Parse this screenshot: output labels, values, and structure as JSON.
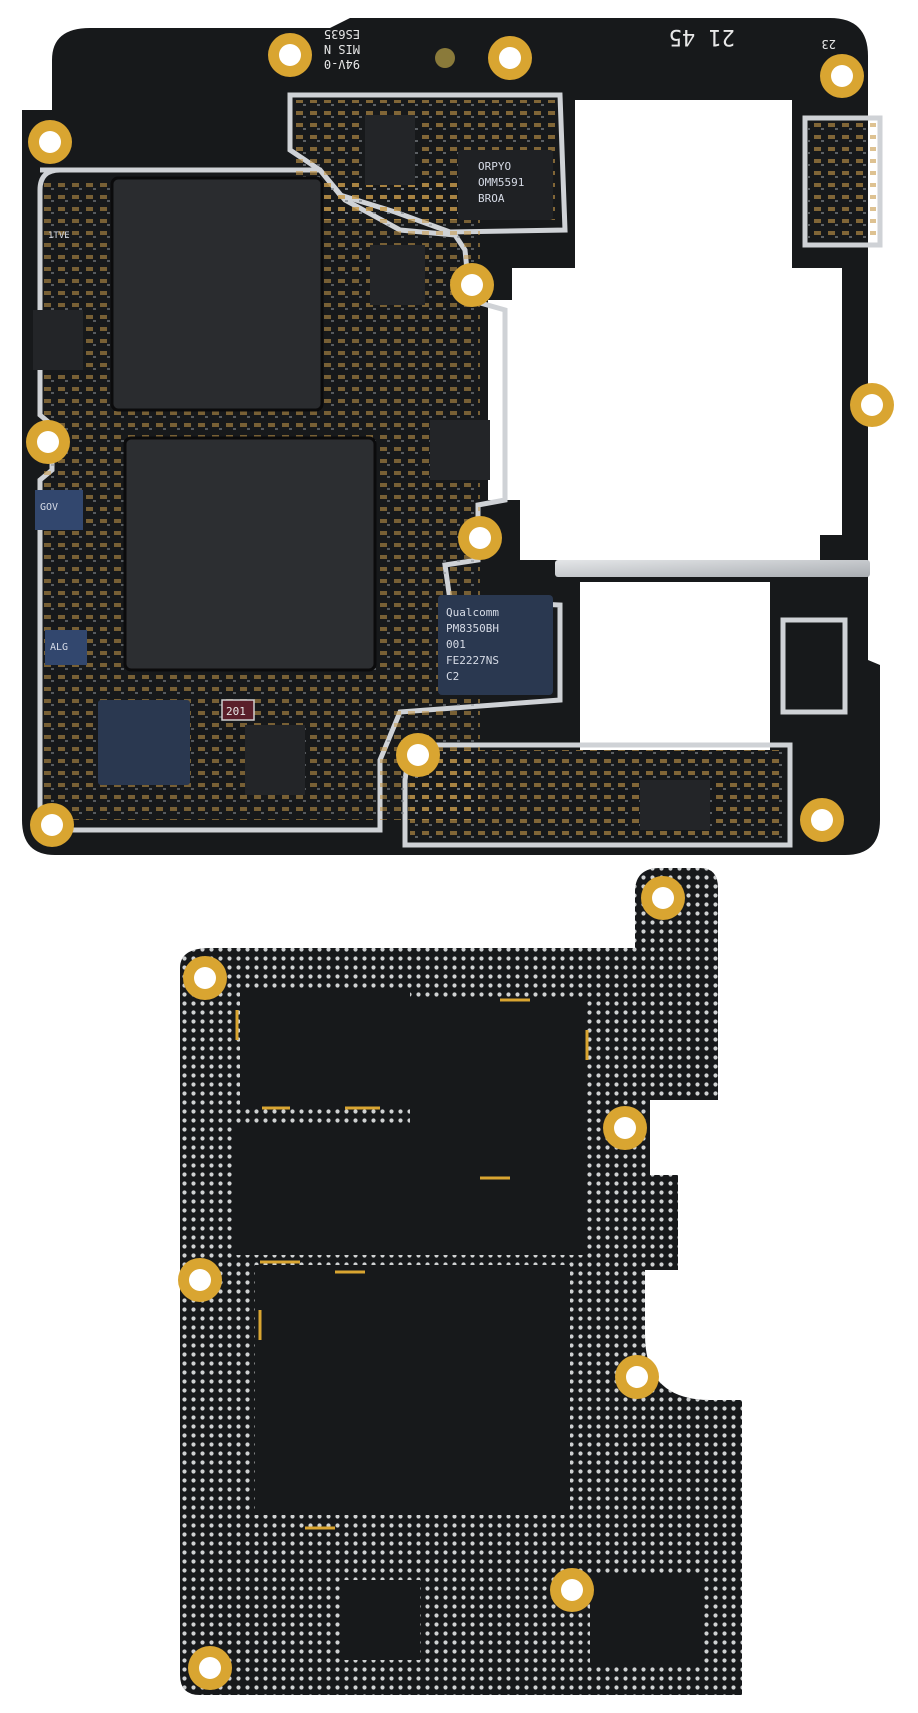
{
  "colors": {
    "background": "#ffffff",
    "pcb": "#17191b",
    "pcb_edge": "#0c0d0e",
    "gold": "#d9a531",
    "shield": "#c9ccd0",
    "chip": "#2a2c2f",
    "pmic": "#2a3850",
    "via": "#cfd1d2"
  },
  "labels": {
    "board_code": "21 45",
    "corner_code": "23",
    "serial_1": "ES635",
    "serial_2": "MIS N",
    "serial_3": "94V-0",
    "memory_1": "ORPYO",
    "memory_2": "OMM5591",
    "memory_3": "BROA",
    "pmic_1": "Qualcomm",
    "pmic_2": "PM8350BH",
    "pmic_3": "001",
    "pmic_4": "FE2227NS",
    "pmic_5": "C2",
    "resistor": "201",
    "side_chip_1": "GOV",
    "side_chip_2": "ALG",
    "side_chip_3": "1TVE"
  },
  "icons": {
    "mounting_hole": "mounting-hole-icon",
    "chip": "chip-icon",
    "shield_can": "shield-frame-icon"
  }
}
